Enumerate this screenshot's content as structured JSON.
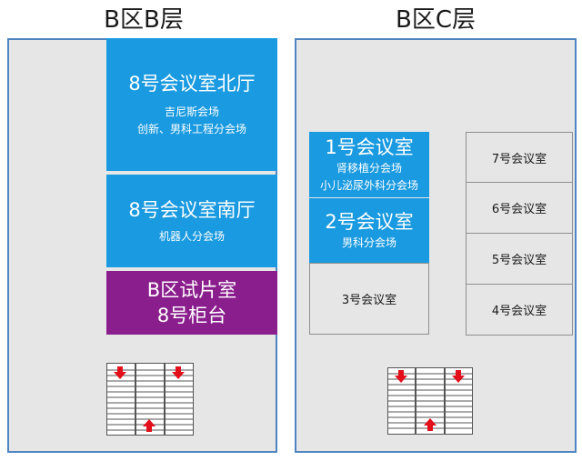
{
  "colors": {
    "accent_blue": "#1a9ae0",
    "accent_purple": "#8a1e8d",
    "panel_border": "#4f86c2",
    "panel_fill": "#e6e6e7",
    "arrow_red": "#e3101b"
  },
  "floors": {
    "b": {
      "title": "B区B层",
      "north_hall": {
        "name": "8号会议室北厅",
        "line1": "吉尼斯会场",
        "line2": "创新、男科工程分会场"
      },
      "south_hall": {
        "name": "8号会议室南厅",
        "line1": "机器人分会场"
      },
      "preview": {
        "line1": "B区试片室",
        "line2": "8号柜台"
      }
    },
    "c": {
      "title": "B区C层",
      "room1": {
        "name": "1号会议室",
        "line1": "肾移植分会场",
        "line2": "小儿泌尿外科分会场"
      },
      "room2": {
        "name": "2号会议室",
        "line1": "男科分会场"
      },
      "room3": {
        "name": "3号会议室"
      },
      "room4": {
        "name": "4号会议室"
      },
      "room5": {
        "name": "5号会议室"
      },
      "room6": {
        "name": "6号会议室"
      },
      "room7": {
        "name": "7号会议室"
      }
    }
  },
  "icons": {
    "stairs": "escalator-icon",
    "arrow_down": "arrow-down-icon",
    "arrow_up": "arrow-up-icon"
  }
}
